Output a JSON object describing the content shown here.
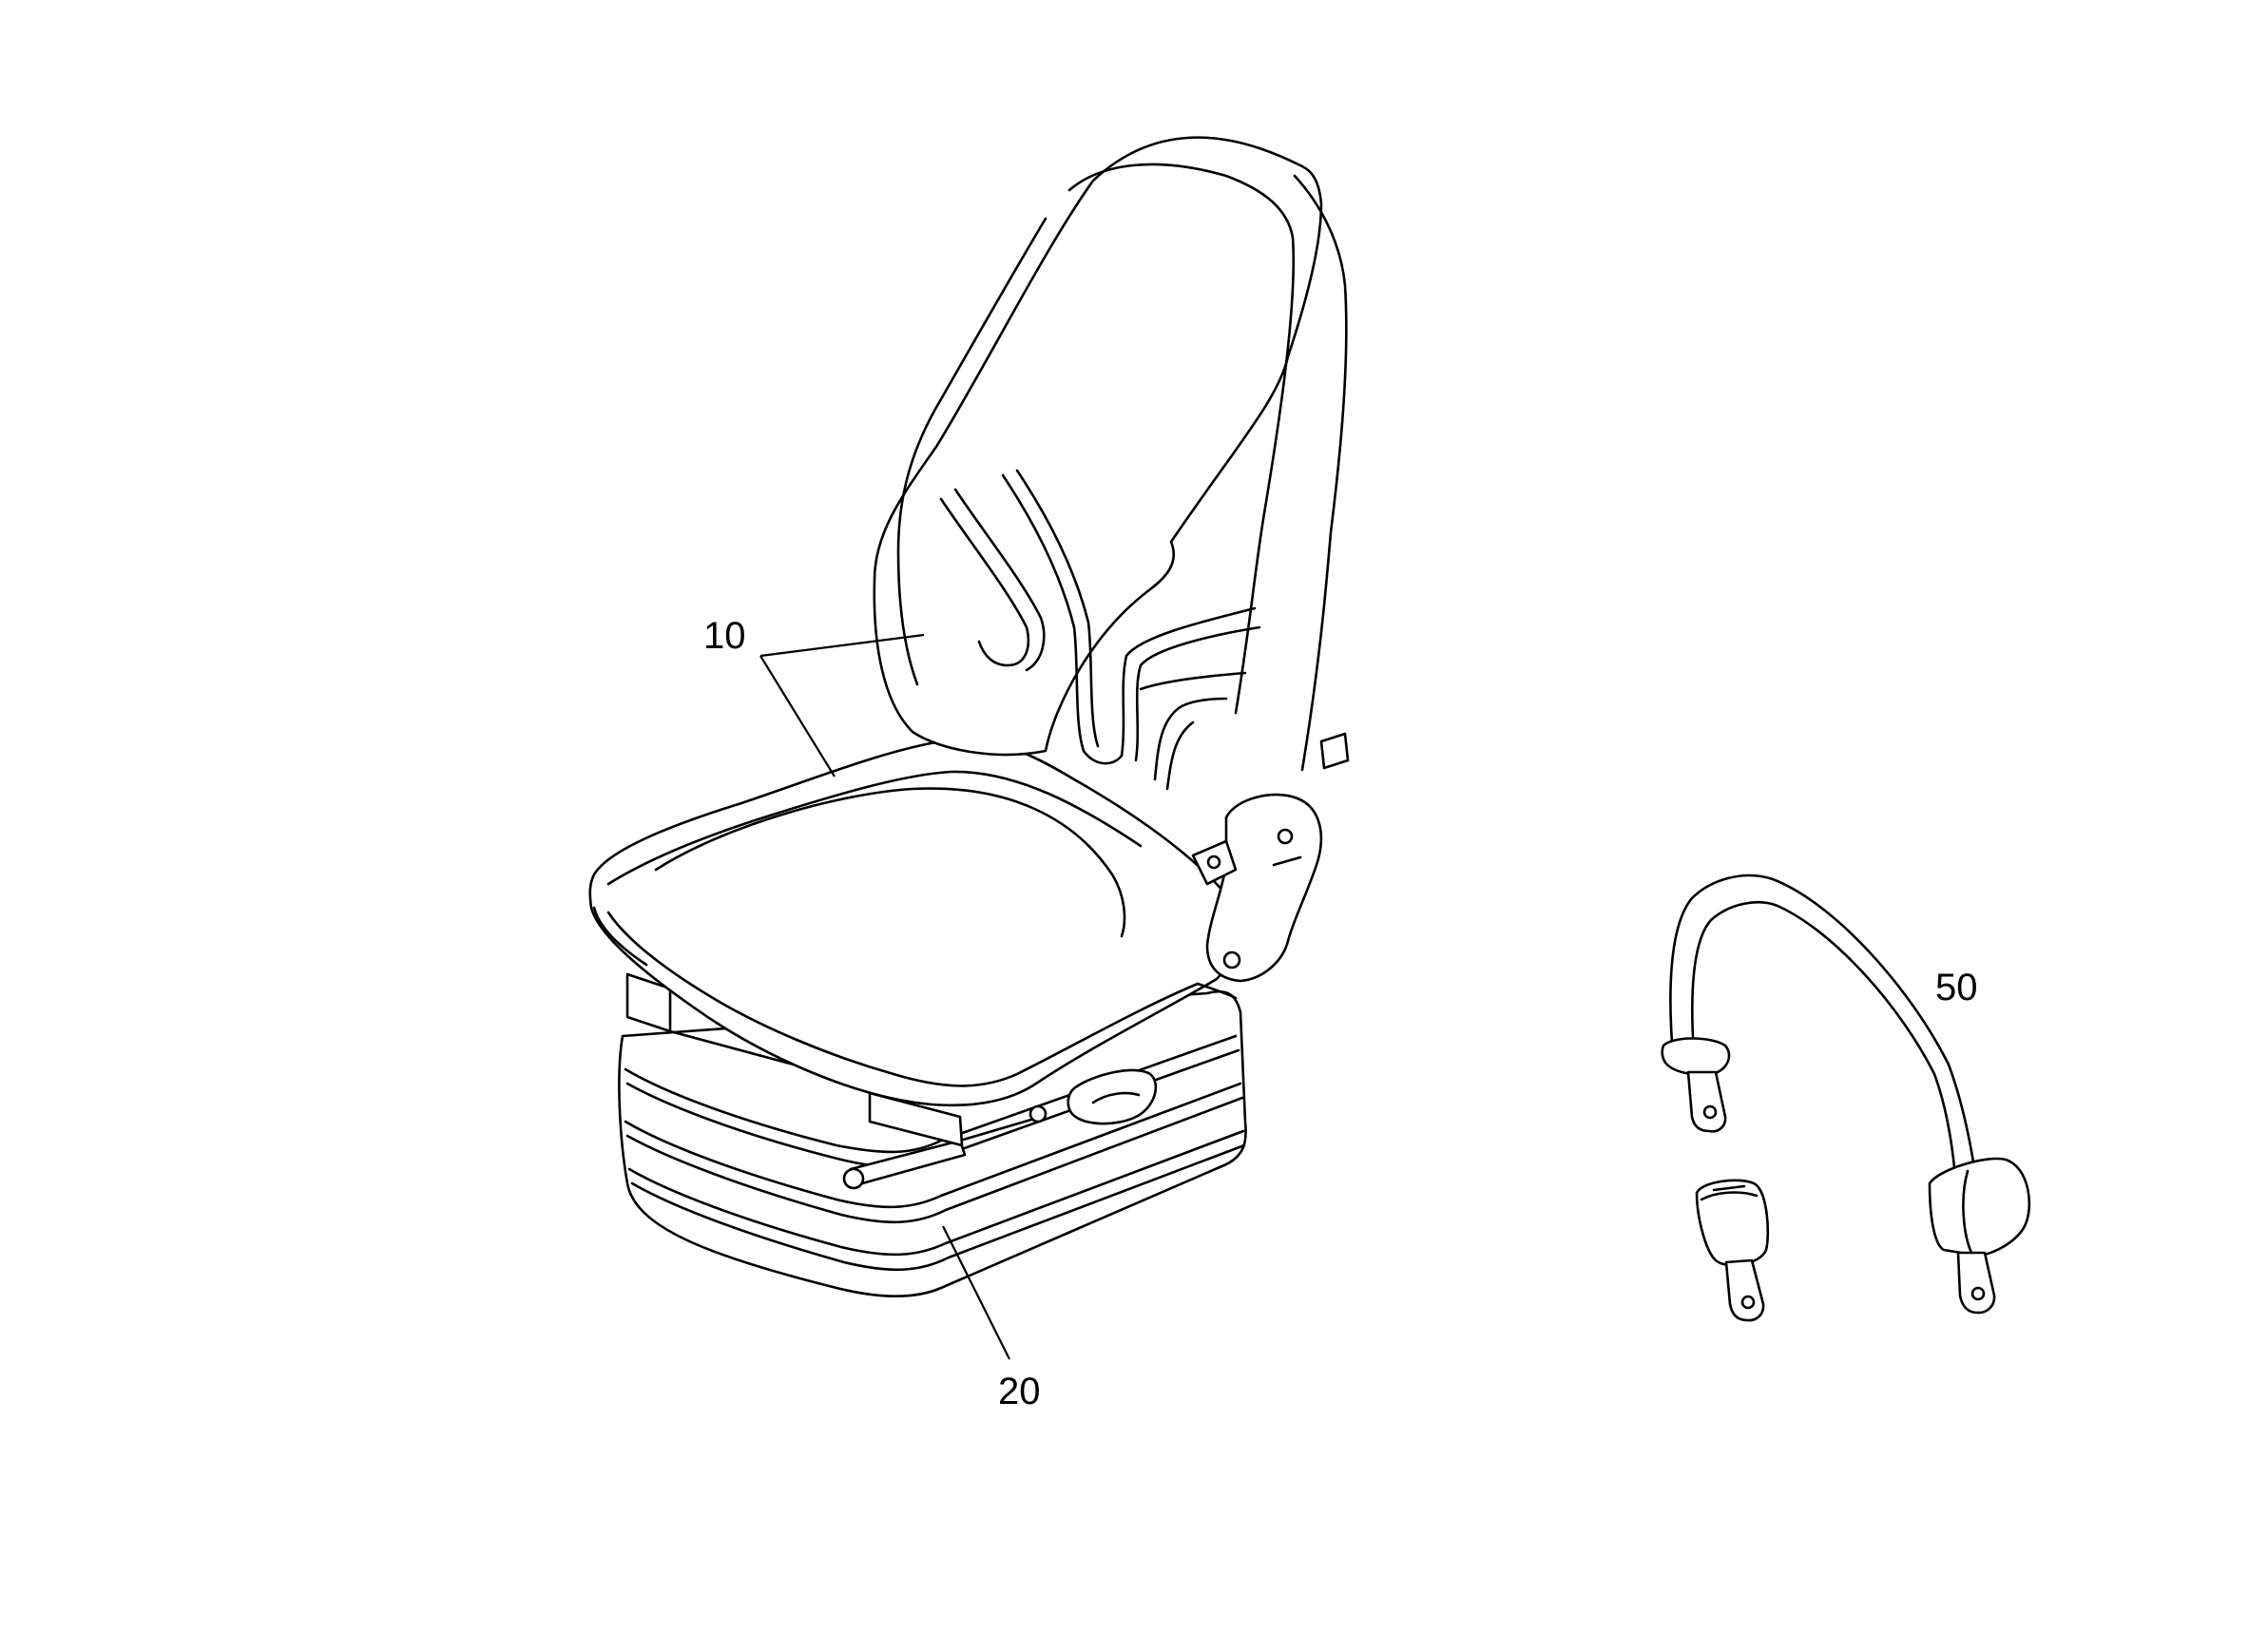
{
  "diagram": {
    "callouts": [
      {
        "id": "seat",
        "label": "10"
      },
      {
        "id": "suspension",
        "label": "20"
      },
      {
        "id": "seat-belt",
        "label": "50"
      }
    ]
  }
}
